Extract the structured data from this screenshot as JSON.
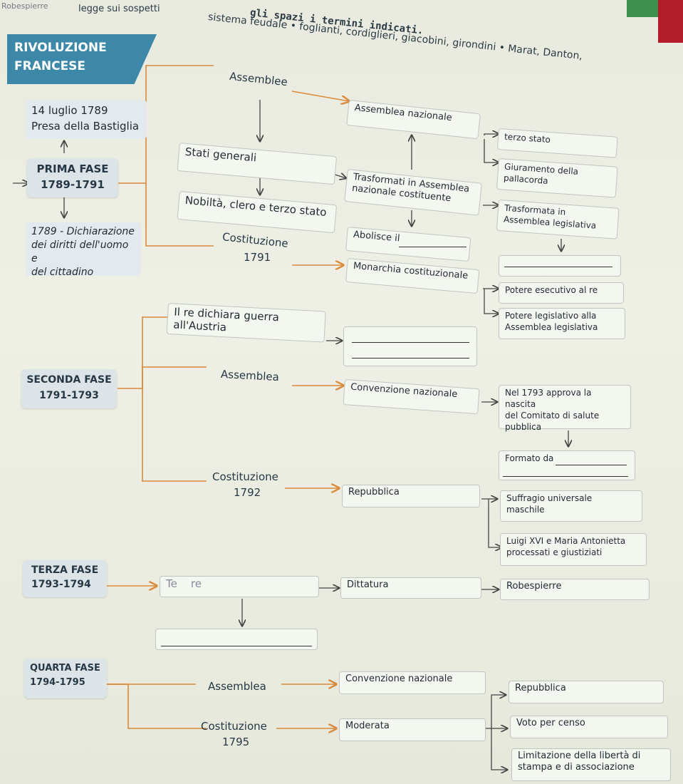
{
  "header": {
    "cut_left": "Robespierre",
    "cut_law": "legge sui sospetti",
    "instruction": "gli spazi i termini indicati.",
    "terms": "sistema feudale • foglianti, cordiglieri, giacobini, girondini • Marat, Danton,"
  },
  "title": {
    "line1": "RIVOLUZIONE",
    "line2": "FRANCESE"
  },
  "event": {
    "date": "14 luglio 1789",
    "name": "Presa della Bastiglia"
  },
  "prima": {
    "label": "PRIMA FASE",
    "years": "1789-1791",
    "declaration": [
      "1789 - Dichiarazione",
      "dei diritti dell'uomo e",
      "del cittadino"
    ],
    "assemblee_label": "Assemblee",
    "stati_generali": "Stati generali",
    "nobilta": "Nobiltà, clero e terzo stato",
    "costituzione_label": "Costituzione",
    "costituzione_year": "1791",
    "assemblea_nazionale": "Assemblea nazionale",
    "trasformati": [
      "Trasformati in Assemblea",
      "nazionale costituente"
    ],
    "abolisce": "Abolisce il",
    "monarchia": "Monarchia costituzionale",
    "terzo_stato": "terzo stato",
    "giuramento": [
      "Giuramento della",
      "pallacorda"
    ],
    "trasformata": [
      "Trasformata in",
      "Assemblea legislativa"
    ],
    "potere_esecutivo": "Potere esecutivo al re",
    "potere_legislativo": [
      "Potere legislativo alla",
      "Assemblea legislativa"
    ]
  },
  "seconda": {
    "label": "SECONDA FASE",
    "years": "1791-1793",
    "guerra": [
      "Il re dichiara guerra",
      "all'Austria"
    ],
    "assemblea_label": "Assemblea",
    "convenzione": "Convenzione nazionale",
    "comitato": [
      "Nel 1793 approva la nascita",
      "del Comitato di salute",
      "pubblica"
    ],
    "formato_da": "Formato da",
    "costituzione_label": "Costituzione",
    "costituzione_year": "1792",
    "repubblica": "Repubblica",
    "suffragio": [
      "Suffragio universale",
      "maschile"
    ],
    "luigi": [
      "Luigi XVI e Maria Antonietta",
      "processati e giustiziati"
    ]
  },
  "terza": {
    "label": "TERZA FASE",
    "years": "1793-1794",
    "terrore": "Te    re",
    "dittatura": "Dittatura",
    "robespierre": "Robespierre"
  },
  "quarta": {
    "label": "QUARTA FASE",
    "years": "1794-1795",
    "assemblea_label": "Assemblea",
    "convenzione": "Convenzione nazionale",
    "repubblica": "Repubblica",
    "costituzione_label": "Costituzione",
    "costituzione_year": "1795",
    "moderata": "Moderata",
    "voto": "Voto per censo",
    "limitazione": [
      "Limitazione della libertà di",
      "stampa e di associazione"
    ]
  },
  "colors": {
    "connector": "#d98a3a",
    "title_bg": "#3d88a8",
    "binding": "#b31d2a"
  }
}
